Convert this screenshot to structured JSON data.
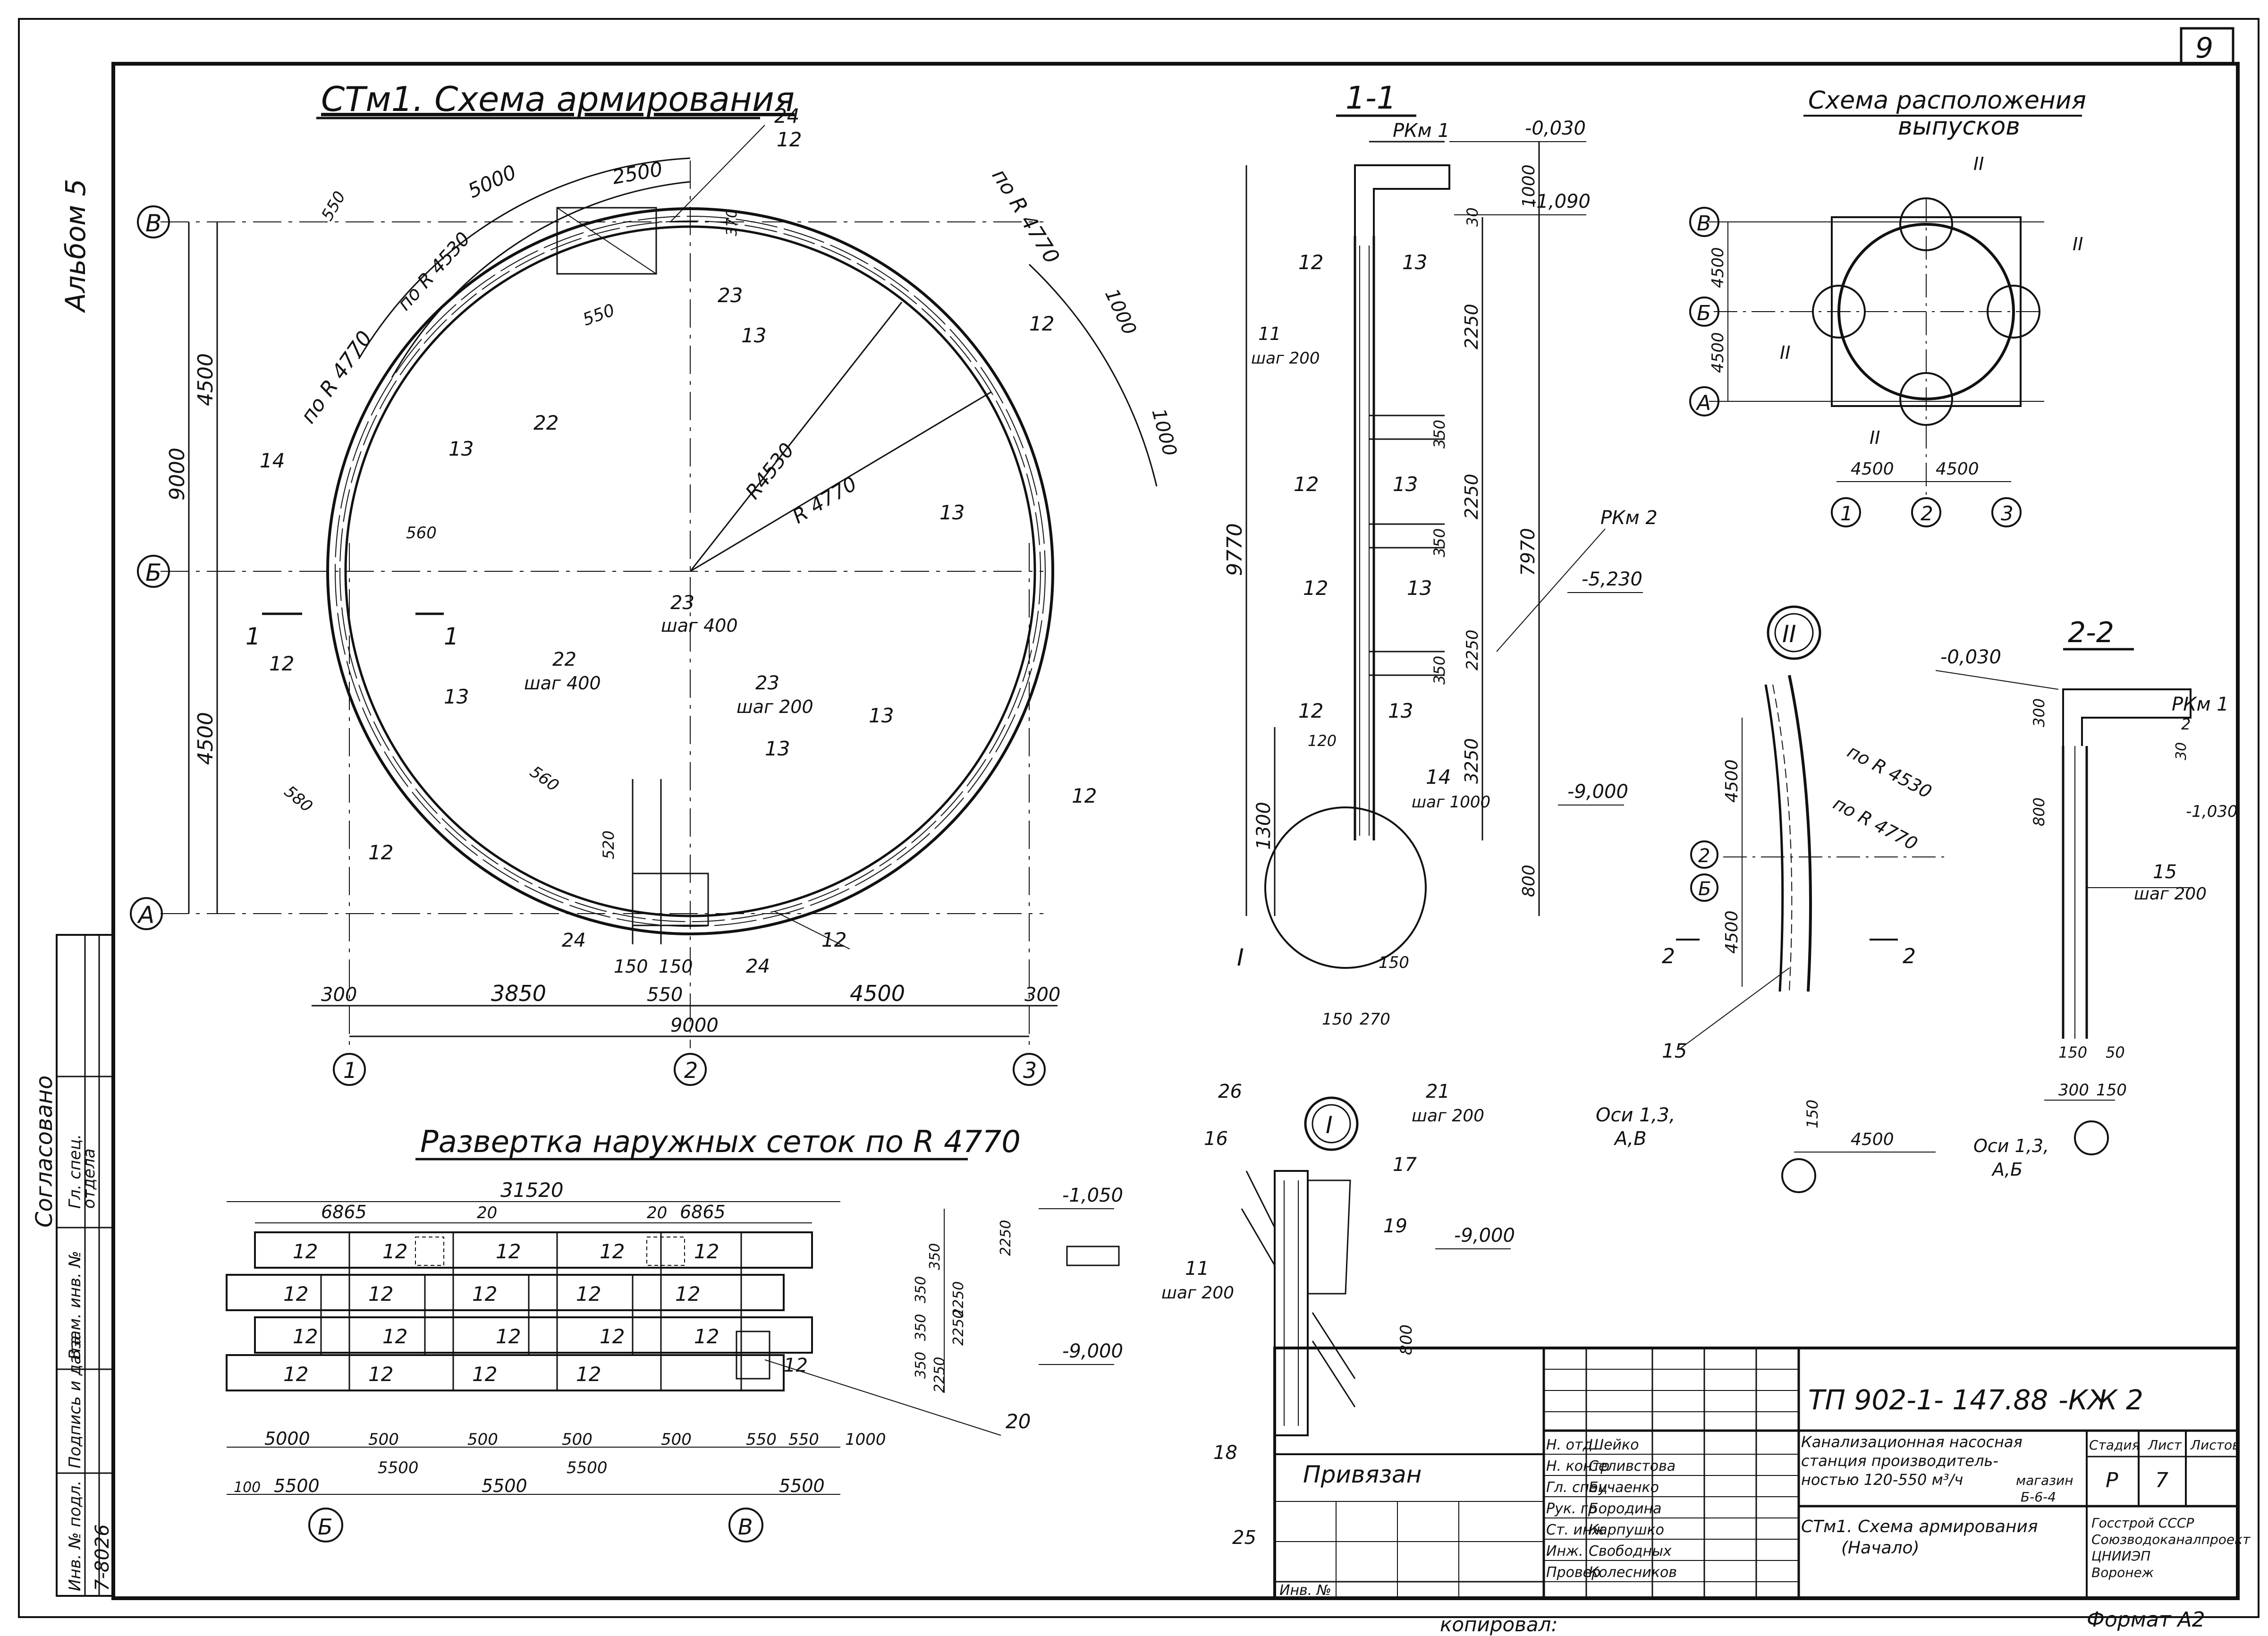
{
  "sheet": {
    "page_number": "9",
    "album": "Альбом 5",
    "format": "Формат А2",
    "copied": "копировал:"
  },
  "main_plan": {
    "title": "СТм1. Схема армирования",
    "axes_rows": [
      "В",
      "Б",
      "А"
    ],
    "axes_cols": [
      "1",
      "2",
      "3"
    ],
    "dims": {
      "d5000": "5000",
      "d2500": "2500",
      "d550": "550",
      "d550b": "550",
      "d4500a": "4500",
      "d9000": "9000",
      "d4500b": "4500",
      "d300a": "300",
      "d3850": "3850",
      "d550c": "550",
      "d4500c": "4500",
      "d300b": "300",
      "d9000b": "9000",
      "d150a": "150",
      "d150b": "150",
      "d560a": "560",
      "d560b": "560",
      "d580": "580",
      "d520": "520",
      "d1000a": "1000",
      "d1000b": "1000",
      "d370": "370"
    },
    "radii": {
      "r4530_a": "по R 4530",
      "r4770_a": "по R 4770",
      "r4770_b": "по R 4770",
      "r4530_inner": "R4530",
      "r4770_inner": "R 4770"
    },
    "marks": {
      "m24a": "24",
      "m12a": "12",
      "m23a": "23",
      "m13a": "13",
      "m12b": "12",
      "m22a": "22",
      "m13b": "13",
      "m14": "14",
      "m13c": "13",
      "m23b": "23",
      "step400a": "шаг 400",
      "m22b": "22",
      "step400b": "шаг 400",
      "m23c": "23",
      "step200a": "шаг 200",
      "m12c": "12",
      "m13d": "13",
      "m12d": "12",
      "m13e": "13",
      "m13f": "13",
      "m12e": "12",
      "m24b": "24",
      "m24c": "24",
      "m12f": "12",
      "m12g": "12"
    },
    "section_mark": "1"
  },
  "section_1_1": {
    "title": "1-1",
    "rkm1": "РКм 1",
    "rkm2": "РКм 2",
    "elev": {
      "e1": "-0,030",
      "e2": "-1,090",
      "e3": "-5,230",
      "e4": "-9,000"
    },
    "dims": {
      "d1000": "1000",
      "d30": "30",
      "d2250a": "2250",
      "d350a": "350",
      "d2250b": "2250",
      "d350b": "350",
      "d2250c": "2250",
      "d350c": "350",
      "d3250": "3250",
      "d800": "800",
      "d9770": "9770",
      "d7970": "7970",
      "d1300": "1300",
      "d120": "120",
      "d150a": "150",
      "d150b": "150",
      "d270": "270"
    },
    "marks": {
      "m12a": "12",
      "m13a": "13",
      "m11": "11",
      "step200": "шаг 200",
      "m12b": "12",
      "m13b": "13",
      "m12c": "12",
      "m13c": "13",
      "m12d": "12",
      "m13d": "13",
      "m14": "14",
      "step1000": "шаг 1000"
    },
    "node_mark": "I"
  },
  "outlets": {
    "title": "Схема расположения",
    "title2": "выпусков",
    "axes_rows": [
      "В",
      "Б",
      "А"
    ],
    "axes_cols": [
      "1",
      "2",
      "3"
    ],
    "dims": {
      "d4500a": "4500",
      "d4500b": "4500",
      "d4500c": "4500",
      "d4500d": "4500"
    },
    "marks": {
      "II_top": "II",
      "II_right": "II",
      "II_left": "II",
      "II_bottom": "II"
    }
  },
  "node_2": {
    "title": "II",
    "axes": [
      "2",
      "Б"
    ],
    "dims": {
      "d4500a": "4500",
      "d4500b": "4500",
      "d4500c": "4500",
      "d150": "150"
    },
    "radii": {
      "r4530": "по R 4530",
      "r4770": "по R 4770"
    },
    "mark15": "15",
    "section_mark": "2",
    "axis_note": "Оси 1,3,",
    "axis_note2": "А,В"
  },
  "section_2_2": {
    "title": "2-2",
    "rkm1": "РКм 1",
    "elev": {
      "e1": "-0,030",
      "e2": "-1,030"
    },
    "dims": {
      "d300": "300",
      "d2": "2",
      "d30": "30",
      "d800": "800",
      "d150": "150",
      "d50": "50",
      "d300b": "300",
      "d150b": "150"
    },
    "mark15": "15",
    "step200": "шаг 200",
    "axis_note": "Оси 1,3,",
    "axis_note2": "А,Б"
  },
  "node_1": {
    "title": "I",
    "marks": {
      "m26": "26",
      "m16": "16",
      "m21": "21",
      "step200a": "шаг 200",
      "m17": "17",
      "m19": "19",
      "m11": "11",
      "step200b": "шаг 200",
      "m18": "18",
      "m25": "25"
    },
    "elev": "-9,000",
    "dim800": "800"
  },
  "development": {
    "title": "Развертка наружных сеток по R 4770",
    "total": "31520",
    "d6865a": "6865",
    "d6865b": "6865",
    "d20a": "20",
    "d20b": "20",
    "cell_mark": "12",
    "mark20": "20",
    "elev_top": "-1,050",
    "elev_bot": "-9,000",
    "vdims": [
      "350",
      "2250",
      "350",
      "2250",
      "350",
      "2250",
      "350",
      "2250"
    ],
    "bottom_dims": {
      "d5000": "5000",
      "d500a": "500",
      "d500b": "500",
      "d500c": "500",
      "d500d": "500",
      "d550": "550",
      "d550b": "550",
      "d1000": "1000",
      "d100": "100",
      "d5500a": "5500",
      "d5500b": "5500",
      "d5500c": "5500",
      "d5500d": "5500",
      "d5500e": "5500"
    },
    "axes": [
      "Б",
      "В"
    ]
  },
  "stamp": {
    "code": "ТП 902-1- 147.88",
    "suffix": "-КЖ 2",
    "project": "Канализационная насосная",
    "project2": "станция производитель-",
    "project3": "ностью 120-550 м³/ч",
    "project4": "магазин",
    "project5": "Б-6-4",
    "sheet_title": "СТм1. Схема армирования",
    "sheet_title2": "(Начало)",
    "stage_h": "Стадия",
    "sheet_h": "Лист",
    "sheets_h": "Листов",
    "stage": "Р",
    "sheet_no": "7",
    "org": "Госстрой СССР",
    "org2": "Союзводоканалпроект",
    "org3": "ЦНИИЭП",
    "org4": "Воронеж",
    "attached": "Привязан",
    "inv": "Инв. №",
    "roles": [
      "Н. отд",
      "Н. контр",
      "Гл. спец",
      "Рук. гр",
      "Ст. инж",
      "Инж.",
      "Провер"
    ],
    "names": [
      "Шейко",
      "Селивстова",
      "Бучаенко",
      "Бородина",
      "Карпушко",
      "Свободных",
      "Колесников"
    ]
  },
  "left_strip": {
    "agreed": "Согласовано",
    "inv_no": "Инв. № подл.",
    "sign": "Подпись и дата",
    "inv_cover": "Взам. инв. №",
    "code": "7-8026",
    "g_spec": "Гл. спец.",
    "dept": "отдела"
  }
}
